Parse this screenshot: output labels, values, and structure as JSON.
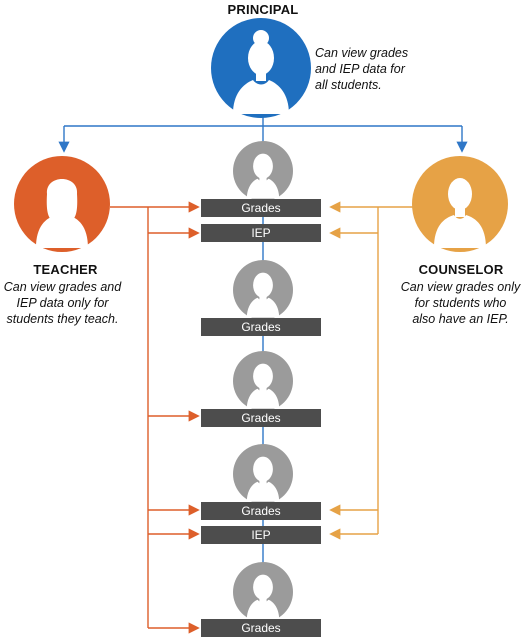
{
  "colors": {
    "principal": "#1f6fbf",
    "teacher": "#dd5f2a",
    "counselor": "#e6a246",
    "student": "#9b9b9b",
    "bar": "#4d4d4d",
    "connector": "#2f77c7",
    "teacher_arrow": "#dd5f2a",
    "counselor_arrow": "#e6a246"
  },
  "principal": {
    "title": "PRINCIPAL",
    "desc_line1": "Can view grades",
    "desc_line2": "and IEP data for",
    "desc_line3": "all students."
  },
  "teacher": {
    "title": "TEACHER",
    "desc_line1": "Can view grades and",
    "desc_line2": "IEP data only for",
    "desc_line3": "students they teach."
  },
  "counselor": {
    "title": "COUNSELOR",
    "desc_line1": "Can view grades only",
    "desc_line2": "for students who",
    "desc_line3": "also have an IEP."
  },
  "students": [
    {
      "grades": "Grades",
      "iep": "IEP"
    },
    {
      "grades": "Grades"
    },
    {
      "grades": "Grades"
    },
    {
      "grades": "Grades",
      "iep": "IEP"
    },
    {
      "grades": "Grades"
    }
  ],
  "icons": {
    "principal": "person-female-icon",
    "teacher": "person-female-long-hair-icon",
    "counselor": "person-male-icon",
    "student": "person-silhouette-icon"
  }
}
